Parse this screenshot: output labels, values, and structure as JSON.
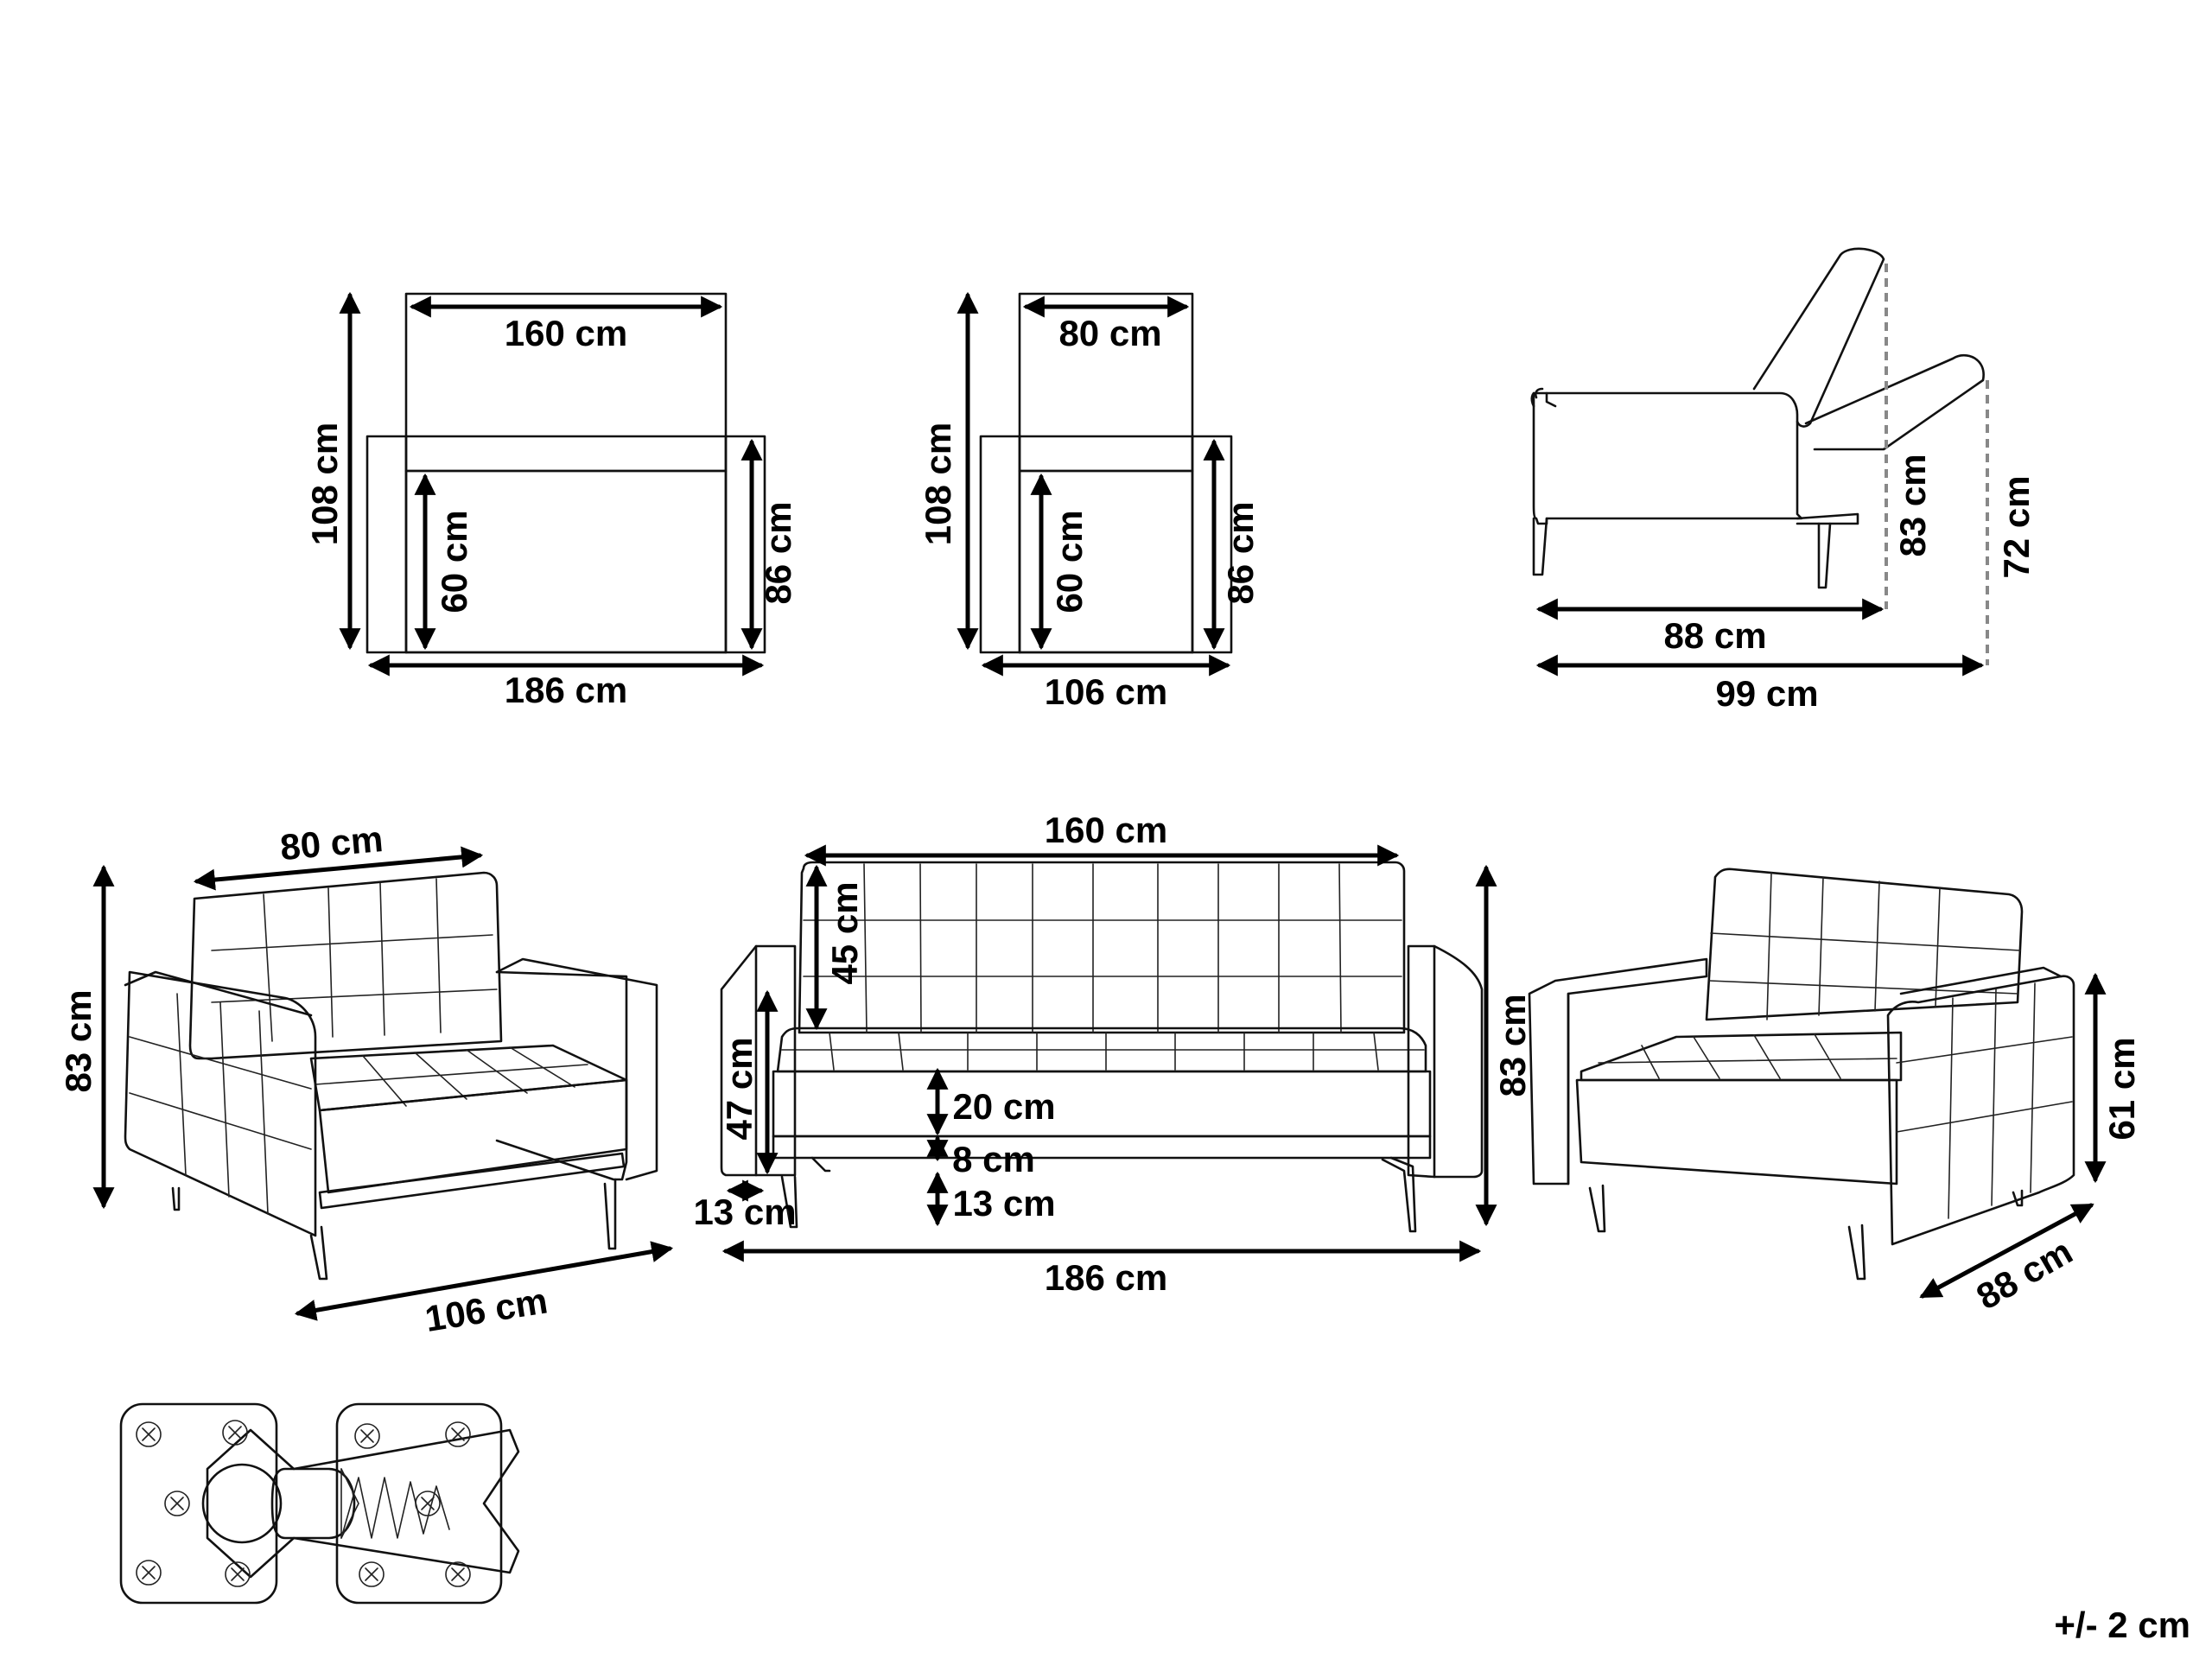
{
  "views": {
    "sofa_top": {
      "width": "160 cm",
      "depth": "108 cm",
      "seat_depth": "60 cm",
      "arm_depth": "86 cm",
      "overall_width": "186 cm"
    },
    "chair_top": {
      "width": "80 cm",
      "depth": "108 cm",
      "seat_depth": "60 cm",
      "arm_depth": "86 cm",
      "overall_width": "106 cm"
    },
    "recline_side": {
      "depth": "88 cm",
      "overall_depth": "99 cm",
      "height": "83 cm",
      "reclined_height": "72 cm"
    },
    "armchair_left": {
      "back_width": "80 cm",
      "height": "83 cm",
      "width": "106 cm"
    },
    "sofa_front": {
      "back_width": "160 cm",
      "back_height": "45 cm",
      "arm_height": "47 cm",
      "cushion_height": "20 cm",
      "frame_height": "8 cm",
      "leg_height": "13 cm",
      "arm_width": "13 cm",
      "overall_width": "186 cm",
      "overall_height": "83 cm"
    },
    "armchair_right": {
      "arm_height": "61 cm",
      "depth": "88 cm"
    }
  },
  "icons": [
    "leg-bracket-icon"
  ],
  "tolerance": "+/- 2 cm"
}
